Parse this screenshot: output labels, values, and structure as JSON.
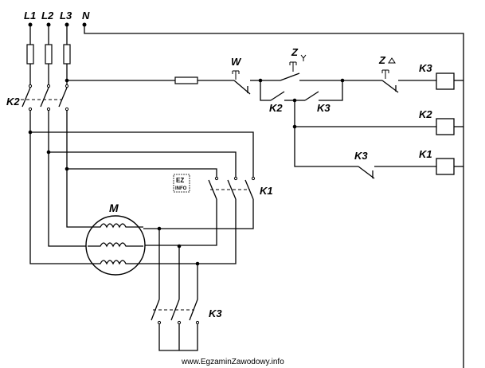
{
  "labels": {
    "L1": "L1",
    "L2": "L2",
    "L3": "L3",
    "N": "N",
    "W": "W",
    "Zy": "Z",
    "Zd": "Z",
    "K3_coil": "K3",
    "K2_coil": "K2",
    "K1_coil": "K1",
    "K2_contact": "K2",
    "K3_contact": "K3",
    "K3_nc": "K3",
    "K2_main": "K2",
    "K1_main": "K1",
    "K3_main": "K3",
    "M": "M"
  },
  "watermark": {
    "text": "www.EgzaminZawodowy.info",
    "logo_line1": "EZ",
    "logo_line2": "INFO"
  }
}
